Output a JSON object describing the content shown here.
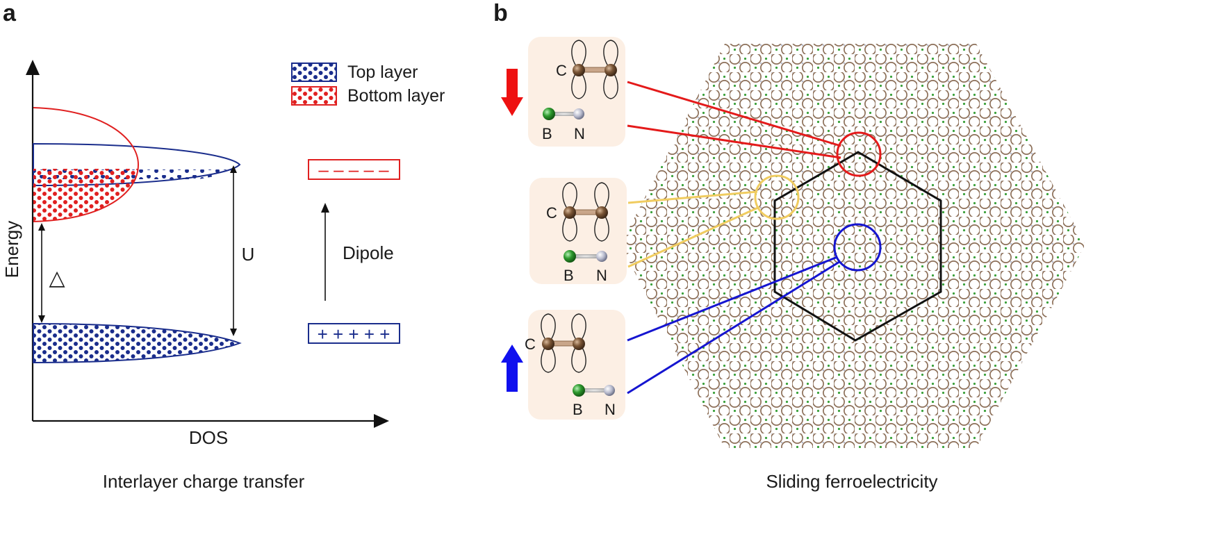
{
  "panel_a": {
    "label": "a",
    "y_axis_label": "Energy",
    "x_axis_label": "DOS",
    "legend": [
      {
        "label": "Top layer",
        "color": "#1a2d8c"
      },
      {
        "label": "Bottom layer",
        "color": "#e02020"
      }
    ],
    "gap_symbol": "△",
    "interaction_label": "U",
    "minus_box": "– – – – –",
    "plus_box": "+ + + + +",
    "dipole_label": "Dipole",
    "caption": "Interlayer charge transfer"
  },
  "panel_b": {
    "label": "b",
    "caption": "Sliding ferroelectricity",
    "polarization_arrows": [
      {
        "direction": "down",
        "color": "#ee1111"
      },
      {
        "direction": "up",
        "color": "#1010ee"
      }
    ],
    "stacking_insets": [
      {
        "carbon_label": "C",
        "boron_label": "B",
        "nitrogen_label": "N",
        "highlight_color": "#e41a1a"
      },
      {
        "carbon_label": "C",
        "boron_label": "B",
        "nitrogen_label": "N",
        "highlight_color": "#f0cc60"
      },
      {
        "carbon_label": "C",
        "boron_label": "B",
        "nitrogen_label": "N",
        "highlight_color": "#1515d0"
      }
    ],
    "colors": {
      "carbon": "#7a5535",
      "boron": "#2e9a2e",
      "nitrogen": "#b6b9cc",
      "inset_bg": "#fcefe4",
      "moire_cell": "#111111"
    }
  }
}
